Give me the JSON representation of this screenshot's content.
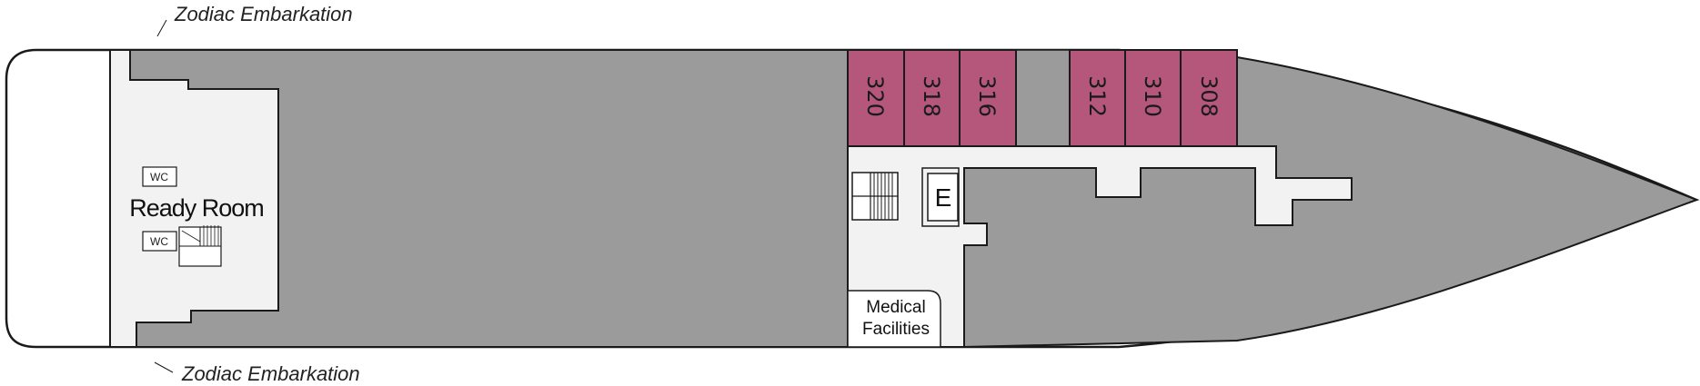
{
  "labels": {
    "zodiac_top": "Zodiac Embarkation",
    "zodiac_bottom": "Zodiac Embarkation",
    "ready_room": "Ready Room",
    "wc_upper": "WC",
    "wc_lower": "WC",
    "elevator": "E",
    "medical_line1": "Medical",
    "medical_line2": "Facilities"
  },
  "cabins": [
    "320",
    "318",
    "316",
    "312",
    "310",
    "308"
  ],
  "colors": {
    "hull_fill": "#9b9b9b",
    "light_area": "#f2f2f2",
    "cabin_fill": "#b5577a",
    "outline": "#1a1a1a"
  }
}
